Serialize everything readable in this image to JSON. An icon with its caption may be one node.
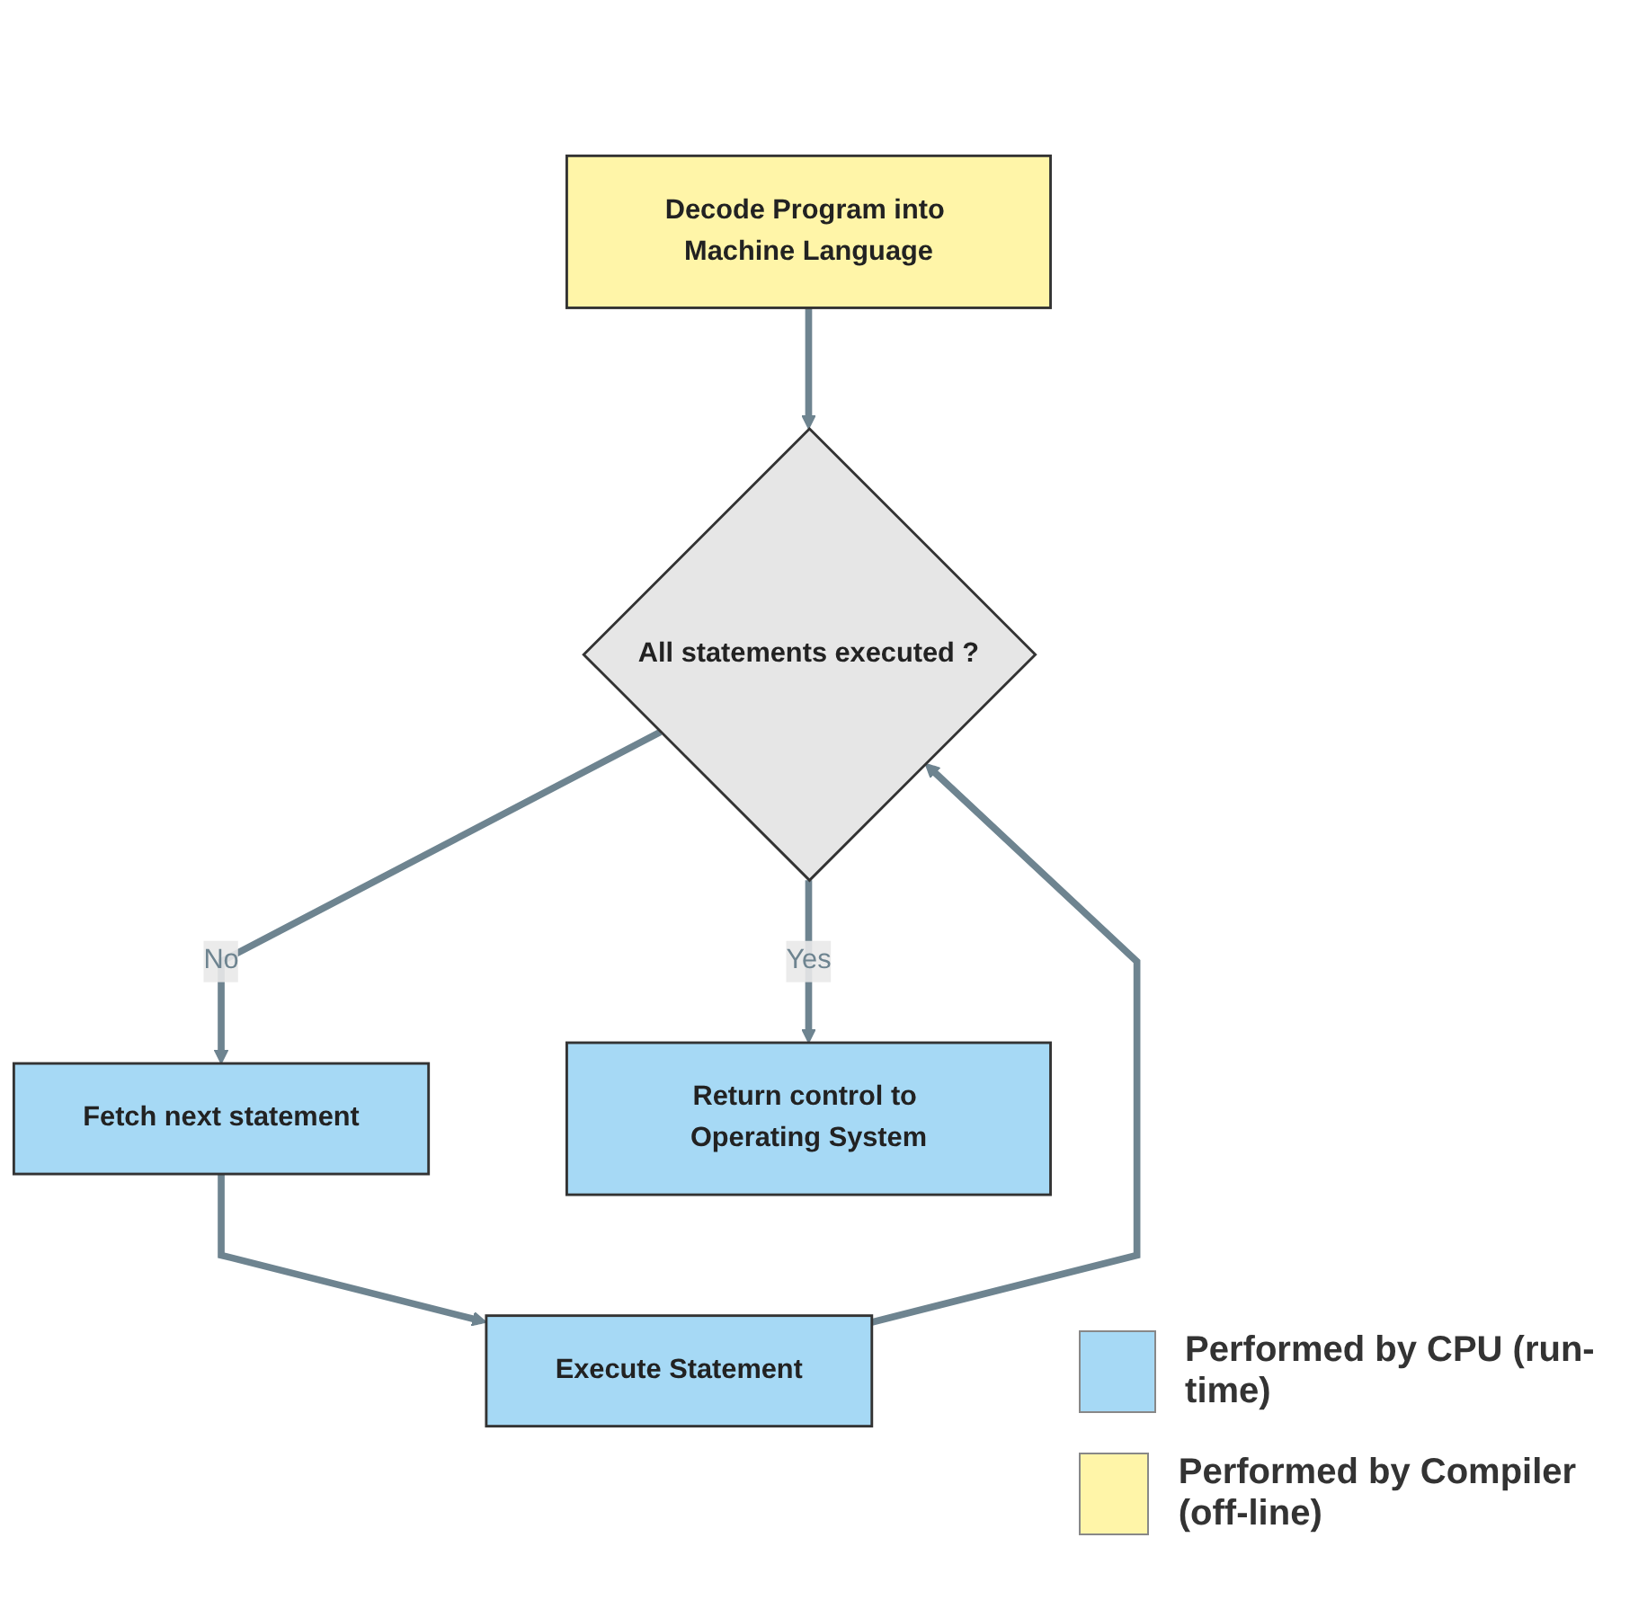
{
  "diagram": {
    "nodes": [
      {
        "text": [
          "Decode Program into Machine Language"
        ]
      },
      {
        "text": [
          "All statements executed ?"
        ]
      },
      {
        "text": [
          "Fetch next statement"
        ]
      },
      {
        "text": [
          "Return control to Operating System"
        ]
      },
      {
        "text": [
          "Execute Statement"
        ]
      }
    ],
    "edges": [
      {
        "from": 0,
        "to": 1,
        "arrow": "to"
      },
      {
        "from": 1,
        "to": 2,
        "arrow": "to",
        "label": "No"
      },
      {
        "from": 1,
        "to": 3,
        "arrow": "to",
        "label": "Yes"
      },
      {
        "from": 2,
        "to": 4,
        "arrow": "to"
      },
      {
        "from": 4,
        "to": 1,
        "arrow": "to"
      }
    ],
    "legend": [
      {
        "text": "Performed by CPU (run-time)",
        "color": "#a6d9f5"
      },
      {
        "text": "Performed by Compiler (off-line)",
        "color": "#fff5a8"
      }
    ]
  }
}
